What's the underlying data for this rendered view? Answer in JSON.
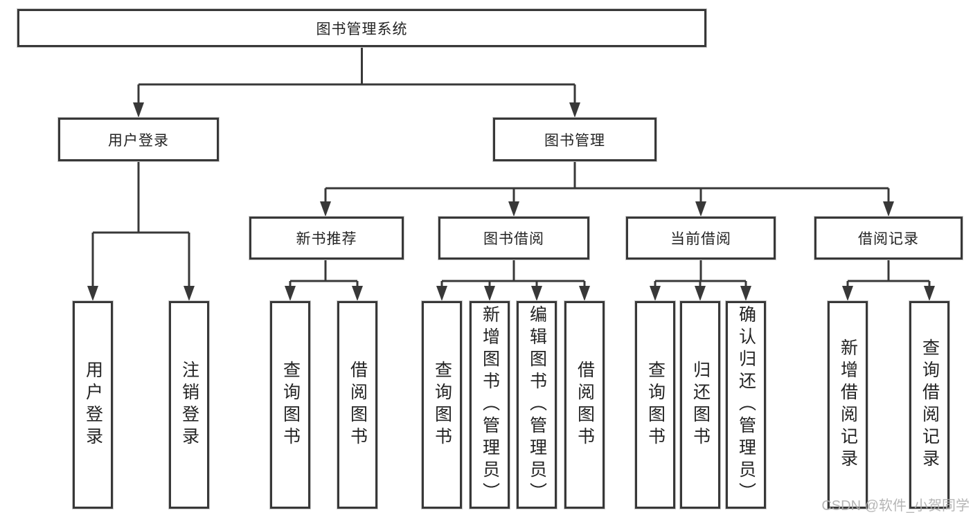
{
  "diagram_title": "图书管理系统",
  "nodes": {
    "root": "图书管理系统",
    "level2": [
      {
        "label": "用户登录"
      },
      {
        "label": "图书管理"
      }
    ],
    "level3": [
      {
        "label": "新书推荐",
        "parent": "图书管理"
      },
      {
        "label": "图书借阅",
        "parent": "图书管理"
      },
      {
        "label": "当前借阅",
        "parent": "图书管理"
      },
      {
        "label": "借阅记录",
        "parent": "图书管理"
      }
    ],
    "leaves": [
      {
        "label": "用户登录",
        "parent": "用户登录"
      },
      {
        "label": "注销登录",
        "parent": "用户登录"
      },
      {
        "label": "查询图书",
        "parent": "新书推荐"
      },
      {
        "label": "借阅图书",
        "parent": "新书推荐"
      },
      {
        "label": "查询图书",
        "parent": "图书借阅"
      },
      {
        "label": "新增图书（管理员）",
        "parent": "图书借阅"
      },
      {
        "label": "编辑图书（管理员）",
        "parent": "图书借阅"
      },
      {
        "label": "借阅图书",
        "parent": "图书借阅"
      },
      {
        "label": "查询图书",
        "parent": "当前借阅"
      },
      {
        "label": "归还图书",
        "parent": "当前借阅"
      },
      {
        "label": "确认归还（管理员）",
        "parent": "当前借阅"
      },
      {
        "label": "新增借阅记录",
        "parent": "借阅记录"
      },
      {
        "label": "查询借阅记录",
        "parent": "借阅记录"
      }
    ]
  },
  "watermark": "CSDN @软件_小贺同学",
  "colors": {
    "line": "#383838",
    "box_border": "#383838",
    "text": "#232323",
    "watermark": "#afafaf",
    "background": "#ffffff"
  }
}
